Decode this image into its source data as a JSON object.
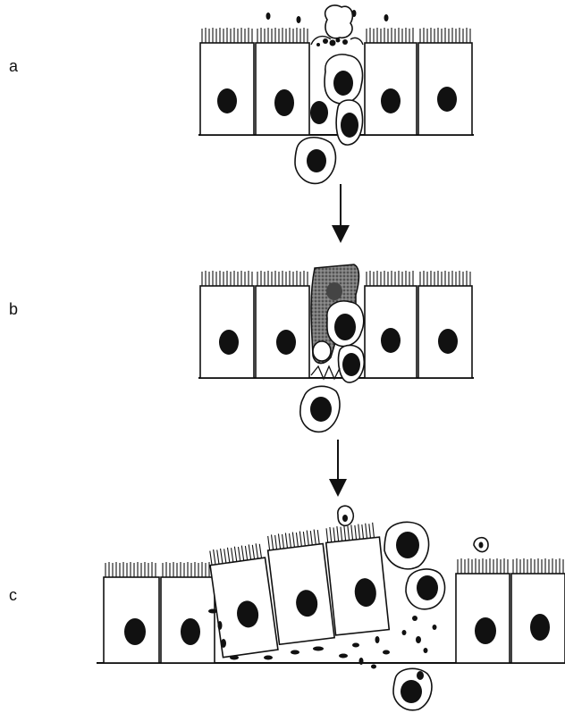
{
  "figure": {
    "panels": [
      {
        "id": "a",
        "label": "a"
      },
      {
        "id": "b",
        "label": "b"
      },
      {
        "id": "c",
        "label": "c"
      }
    ]
  }
}
